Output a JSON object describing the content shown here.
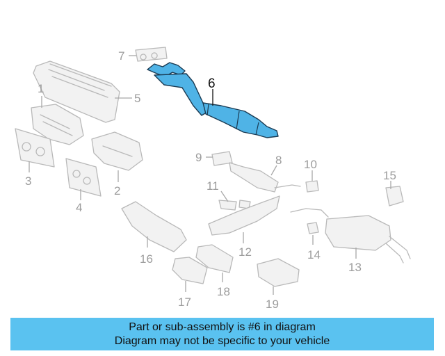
{
  "diagram": {
    "highlighted_part": "6",
    "callouts": {
      "c1": "1",
      "c2": "2",
      "c3": "3",
      "c4": "4",
      "c5": "5",
      "c6": "6",
      "c7": "7",
      "c8": "8",
      "c9": "9",
      "c10": "10",
      "c11": "11",
      "c12": "12",
      "c13": "13",
      "c14": "14",
      "c15": "15",
      "c16": "16",
      "c17": "17",
      "c18": "18",
      "c19": "19"
    },
    "colors": {
      "highlight": "#4fb3e6",
      "ghost": "#b9b9b9",
      "banner": "#5ac2f0"
    }
  },
  "banner": {
    "line1": "Part or sub-assembly is #6 in diagram",
    "line2": "Diagram may not be specific to your vehicle"
  }
}
